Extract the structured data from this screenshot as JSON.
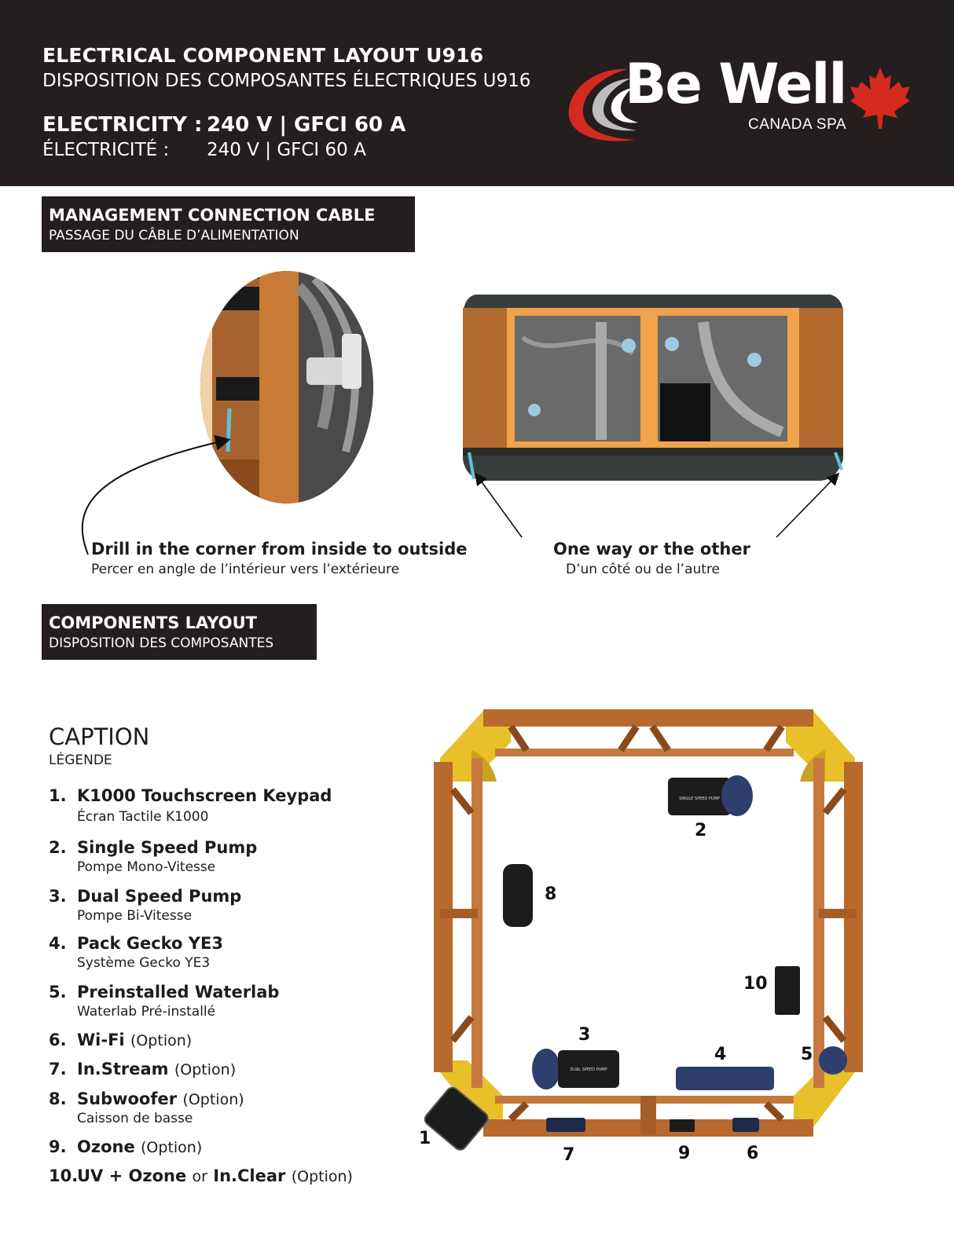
{
  "header": {
    "title": "ELECTRICAL COMPONENT LAYOUT U916",
    "subtitle": "DISPOSITION DES COMPOSANTES ÉLECTRIQUES U916",
    "electricity_label": "ELECTRICITY :",
    "electricity_value": "240 V | GFCI 60 A",
    "electricity_label_fr": "ÉLECTRICITÉ :",
    "electricity_value_fr": "240 V | GFCI 60 A"
  },
  "brand": {
    "name": "Be Well",
    "tagline": "CANADA SPA",
    "colors": {
      "red": "#d42a20",
      "white": "#ffffff",
      "gray": "#9a9a9a"
    },
    "icon": "maple-leaf-icon"
  },
  "sections": {
    "management": {
      "title": "MANAGEMENT CONNECTION CABLE",
      "subtitle": "PASSAGE DU CÂBLE D’ALIMENTATION"
    },
    "components": {
      "title": "COMPONENTS LAYOUT",
      "subtitle": "DISPOSITION DES COMPOSANTES"
    }
  },
  "callouts": {
    "drill": {
      "text": "Drill in the corner from inside to outside",
      "text_fr": "Percer en angle de l’intérieur vers l’extérieure"
    },
    "either": {
      "text": "One way or the other",
      "text_fr": "D’un côté ou de l’autre"
    }
  },
  "caption": {
    "title": "CAPTION",
    "subtitle": "LÉGENDE",
    "items": [
      {
        "num": "1.",
        "label": "K1000 Touchscreen Keypad",
        "label_fr": "Écran Tactile K1000"
      },
      {
        "num": "2.",
        "label": "Single Speed Pump",
        "label_fr": "Pompe Mono-Vitesse"
      },
      {
        "num": "3.",
        "label": "Dual Speed Pump",
        "label_fr": "Pompe Bi-Vitesse"
      },
      {
        "num": "4.",
        "label": "Pack Gecko YE3",
        "label_fr": "Système Gecko YE3"
      },
      {
        "num": "5.",
        "label": "Preinstalled Waterlab",
        "label_fr": "Waterlab Pré-installé"
      },
      {
        "num": "6.",
        "label": "Wi-Fi",
        "option": "(Option)"
      },
      {
        "num": "7.",
        "label": "In.Stream",
        "option": "(Option)"
      },
      {
        "num": "8.",
        "label": "Subwoofer",
        "option": "(Option)",
        "label_fr": "Caisson de basse"
      },
      {
        "num": "9.",
        "label": "Ozone",
        "option": "(Option)"
      },
      {
        "num": "10.",
        "label": "UV + Ozone",
        "connector": "or",
        "label_b": "In.Clear",
        "option": "(Option)"
      }
    ]
  },
  "diagram": {
    "labels": [
      "1",
      "2",
      "3",
      "4",
      "5",
      "6",
      "7",
      "8",
      "9",
      "10"
    ],
    "pump_single_text": "SINGLE SPEED PUMP",
    "pump_dual_text": "DUAL SPEED PUMP",
    "colors": {
      "wood": "#b8692e",
      "wood_dark": "#8a4a1c",
      "corner": "#e8c12a",
      "pump": "#2e3f6e",
      "component": "#1c1c1c",
      "cable": "#5fc4d6"
    }
  }
}
